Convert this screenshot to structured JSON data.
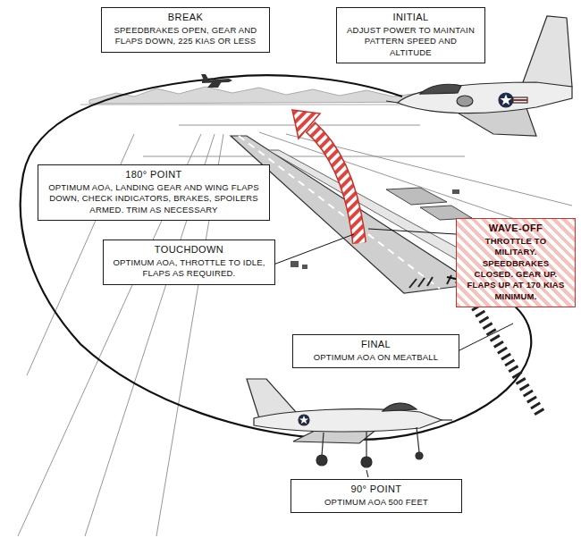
{
  "diagram": {
    "nodes": [
      {
        "text": [
          "BREAK",
          "SPEEDBRAKES OPEN, GEAR AND FLAPS DOWN, 225 KIAS OR LESS"
        ]
      },
      {
        "text": [
          "INITIAL",
          "ADJUST POWER TO MAINTAIN PATTERN SPEED AND ALTITUDE"
        ]
      },
      {
        "text": [
          "180° POINT",
          "OPTIMUM AOA, LANDING GEAR AND WING FLAPS DOWN, CHECK INDICATORS, BRAKES, SPOILERS ARMED. TRIM AS NECESSARY"
        ]
      },
      {
        "text": [
          "WAVE-OFF",
          "THROTTLE TO MILITARY. SPEEDBRAKES CLOSED. GEAR UP. FLAPS UP AT 170 KIAS MINIMUM."
        ]
      },
      {
        "text": [
          "TOUCHDOWN",
          "OPTIMUM AOA, THROTTLE TO IDLE, FLAPS AS REQUIRED."
        ]
      },
      {
        "text": [
          "FINAL",
          "OPTIMUM AOA ON MEATBALL"
        ]
      },
      {
        "text": [
          "90° POINT",
          "OPTIMUM AOA 500 FEET"
        ]
      }
    ]
  }
}
